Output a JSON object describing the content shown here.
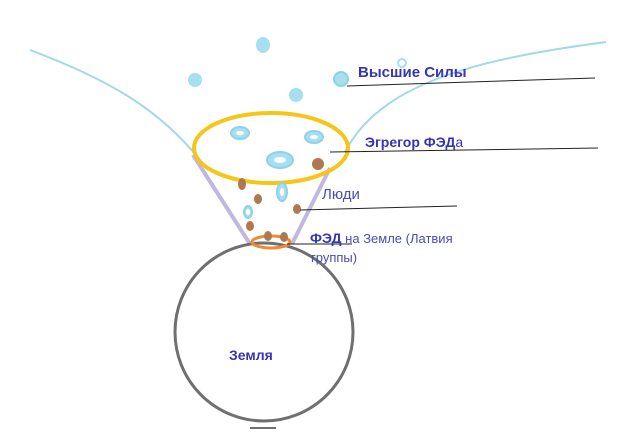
{
  "diagram": {
    "labels": {
      "higher_forces": "Высшие Силы",
      "egregor_main": "Эгрегор ФЭД",
      "egregor_suffix": "а",
      "people": "Люди",
      "fed_main": "ФЭД",
      "fed_rest": "на Земле (Латвия",
      "fed_sub": "группы)",
      "earth": "Земля"
    },
    "colors": {
      "sky_line": "#9fd9ea",
      "blue_dot": "#a5dff0",
      "egregor_ring": "#f5c518",
      "funnel": "#c0b8df",
      "brown_dot": "#b07850",
      "fed_ring": "#f08a32",
      "earth_stroke": "#6f6f6f",
      "pointer_line": "#222222",
      "label_text": "#3535b5"
    }
  }
}
